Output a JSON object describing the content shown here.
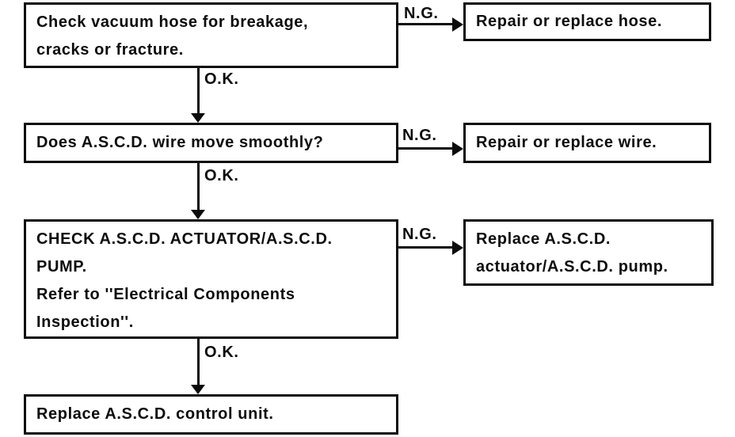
{
  "diagram": {
    "ok_label": "O.K.",
    "ng_label": "N.G.",
    "colors": {
      "background": "#ffffff",
      "line": "#0c0c0c",
      "text": "#0c0c0c"
    },
    "boxes": {
      "check_hose": {
        "lines": [
          "Check vacuum hose for breakage,",
          "cracks or fracture."
        ]
      },
      "wire_smooth": {
        "lines": [
          "Does A.S.C.D. wire move smoothly?"
        ]
      },
      "check_actuator": {
        "lines": [
          "CHECK A.S.C.D. ACTUATOR/A.S.C.D.",
          "PUMP.",
          "Refer to ''Electrical Components",
          "Inspection''."
        ]
      },
      "replace_control_unit": {
        "lines": [
          "Replace A.S.C.D. control unit."
        ]
      },
      "repair_hose": {
        "lines": [
          "Repair or replace hose."
        ]
      },
      "repair_wire": {
        "lines": [
          "Repair or replace wire."
        ]
      },
      "replace_actuator": {
        "lines": [
          "Replace A.S.C.D.",
          "actuator/A.S.C.D. pump."
        ]
      }
    }
  }
}
